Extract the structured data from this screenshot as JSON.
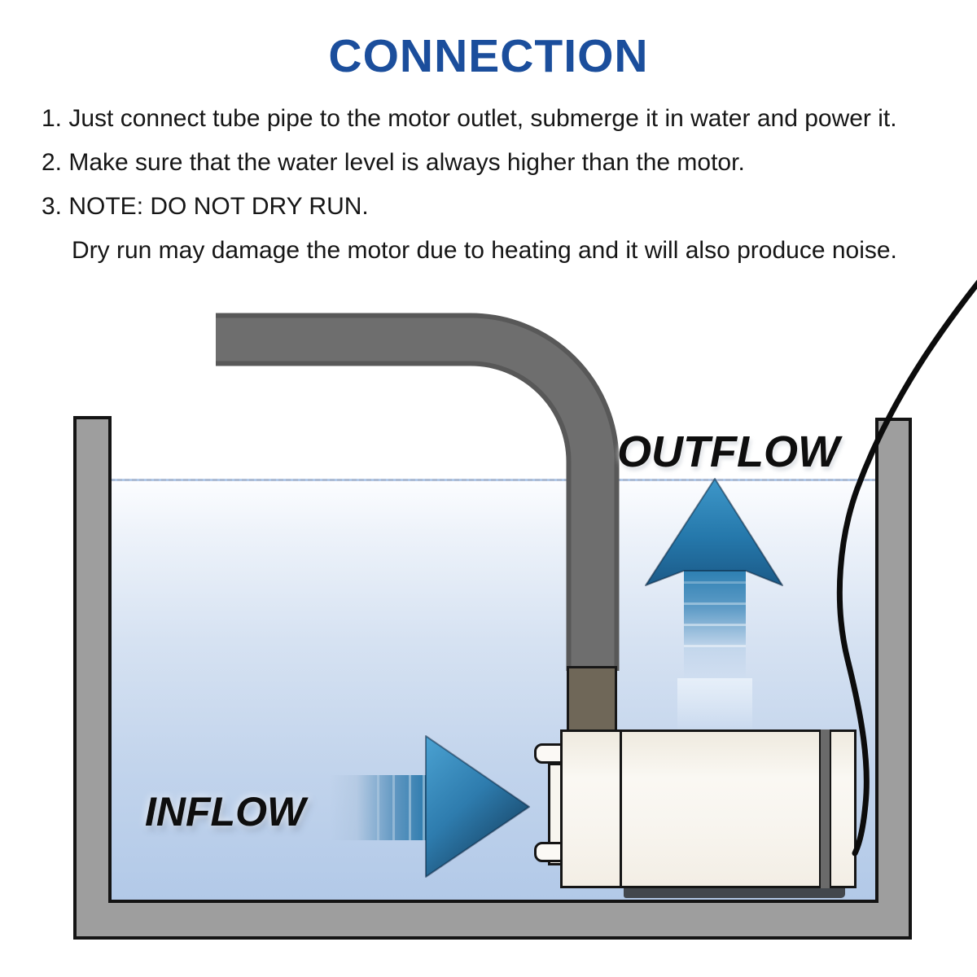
{
  "title": {
    "text": "CONNECTION",
    "color": "#1b4e9c"
  },
  "instructions": [
    "1. Just connect tube pipe to the motor outlet, submerge it in water and power it.",
    "2. Make sure that the water level is always higher than the motor.",
    "3. NOTE: DO NOT DRY RUN.",
    "Dry run may damage the motor due to heating and it will also produce noise."
  ],
  "diagram": {
    "labels": {
      "outflow": "OUTFLOW",
      "inflow": "INFLOW"
    },
    "colors": {
      "title_blue": "#1b4e9c",
      "text": "#161616",
      "pipe": "#6e6e6e",
      "pipe_edge": "#585858",
      "coupling": "#6f6758",
      "tank": "#9e9e9e",
      "tank_outline": "#141414",
      "water_top": "#fcfdff",
      "water_bottom": "#b2c9e8",
      "arrow_blue_light": "#4ba2d2",
      "arrow_blue_dark": "#153f5f",
      "pump_body": "#f8f5ef",
      "pump_outline": "#151515",
      "cable": "#0c0c0c"
    }
  }
}
